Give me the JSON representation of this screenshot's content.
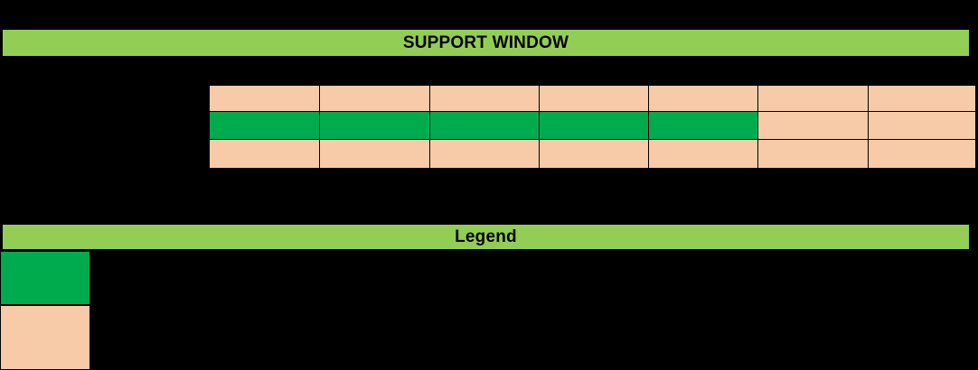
{
  "page": {
    "background_color": "#000000"
  },
  "colors": {
    "banner_green": "#92CE55",
    "supported_green": "#00AB4E",
    "unsupported_peach": "#F7CBA8",
    "border": "#000000",
    "text": "#000000"
  },
  "support_window": {
    "banner_title": "SUPPORT WINDOW",
    "columns": [
      "",
      "",
      "",
      "",
      "",
      "",
      ""
    ],
    "rows": [
      {
        "cells": [
          {
            "label": "",
            "fill": "peach"
          },
          {
            "label": "",
            "fill": "peach"
          },
          {
            "label": "",
            "fill": "peach"
          },
          {
            "label": "",
            "fill": "peach"
          },
          {
            "label": "",
            "fill": "peach"
          },
          {
            "label": "",
            "fill": "peach"
          },
          {
            "label": "",
            "fill": "peach"
          }
        ]
      },
      {
        "cells": [
          {
            "label": "",
            "fill": "green"
          },
          {
            "label": "",
            "fill": "green"
          },
          {
            "label": "",
            "fill": "green"
          },
          {
            "label": "",
            "fill": "green"
          },
          {
            "label": "",
            "fill": "green"
          },
          {
            "label": "",
            "fill": "peach"
          },
          {
            "label": "",
            "fill": "peach"
          }
        ]
      },
      {
        "cells": [
          {
            "label": "",
            "fill": "peach"
          },
          {
            "label": "",
            "fill": "peach"
          },
          {
            "label": "",
            "fill": "peach"
          },
          {
            "label": "",
            "fill": "peach"
          },
          {
            "label": "",
            "fill": "peach"
          },
          {
            "label": "",
            "fill": "peach"
          },
          {
            "label": "",
            "fill": "peach"
          }
        ]
      }
    ]
  },
  "legend": {
    "banner_title": "Legend",
    "entries": [
      {
        "swatch_fill": "green",
        "label": ""
      },
      {
        "swatch_fill": "peach",
        "label": ""
      }
    ]
  }
}
